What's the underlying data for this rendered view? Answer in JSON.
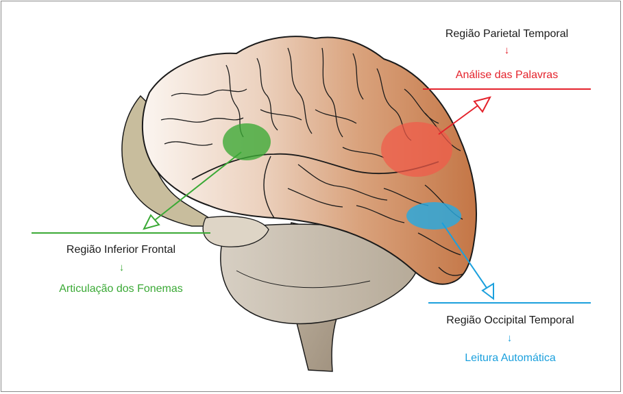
{
  "regions": {
    "parietal": {
      "region_label": "Região Parietal Temporal",
      "arrow": "↓",
      "function_label": "Análise das Palavras",
      "color": "#e4222b"
    },
    "frontal": {
      "region_label": "Região Inferior Frontal",
      "arrow": "↓",
      "function_label": "Articulação dos Fonemas",
      "color": "#3aa935"
    },
    "occipital": {
      "region_label": "Região Occipital Temporal",
      "arrow": "↓",
      "function_label": "Leitura Automática",
      "color": "#1ba0dd"
    }
  },
  "colors": {
    "cerebrum_front": "#f7eee7",
    "cerebrum_back": "#c97f52",
    "deep_structure": "#c8bd9d",
    "brainstem": "#a79a88",
    "outline": "#1a1a1a"
  }
}
